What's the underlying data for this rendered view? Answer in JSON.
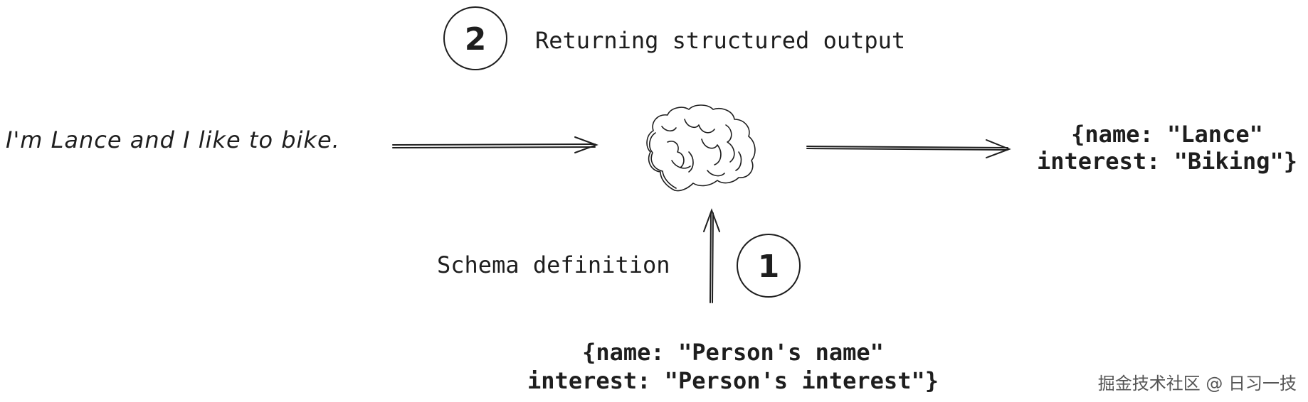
{
  "steps": {
    "output_step": {
      "number": "2",
      "label": "Returning structured output"
    },
    "schema_step": {
      "number": "1",
      "label": "Schema definition"
    }
  },
  "input_text": "I'm Lance and I like to bike.",
  "model_icon": "brain-icon",
  "output_text": "{name: \"Lance\"\ninterest: \"Biking\"}",
  "schema_text": "{name: \"Person's name\"\ninterest: \"Person's interest\"}",
  "watermark": "掘金技术社区 @ 日习一技",
  "colors": {
    "stroke": "#1e1e1e",
    "background": "#ffffff"
  }
}
